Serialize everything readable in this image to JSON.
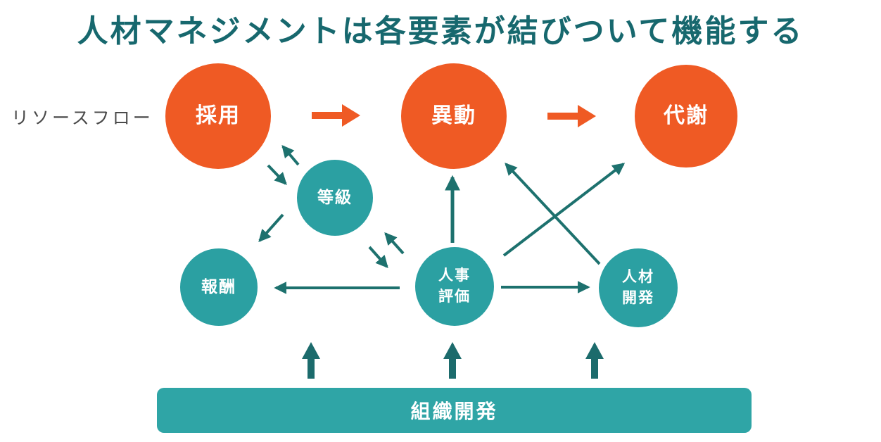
{
  "title": "人材マネジメントは各要素が結びついて機能する",
  "row_label": "リソースフロー",
  "nodes": {
    "saiyo": {
      "label": "採用"
    },
    "ido": {
      "label": "異動"
    },
    "taisha": {
      "label": "代謝"
    },
    "tokyu": {
      "label": "等級"
    },
    "hoshu": {
      "label": "報酬"
    },
    "jinji_hyoka": {
      "label": "人事\n評価"
    },
    "jinzai_kaihatsu": {
      "label": "人材\n開発"
    }
  },
  "bar": {
    "label": "組織開発"
  },
  "colors": {
    "resource_flow_node": "#EF5A24",
    "system_node": "#2BA0A2",
    "organization_bar": "#2FA5A6",
    "arrow_teal": "#1D716E",
    "arrow_dark": "#1C6B6C",
    "arrow_orange": "#EF5A24",
    "title_text": "#17686E",
    "row_label_text": "#4A4A4A",
    "node_text": "#FFFFFF"
  },
  "edges": [
    {
      "from": "採用",
      "to": "異動",
      "type": "flow",
      "color": "orange"
    },
    {
      "from": "異動",
      "to": "代謝",
      "type": "flow",
      "color": "orange"
    },
    {
      "from": "採用",
      "to": "等級",
      "type": "bidirectional",
      "color": "teal"
    },
    {
      "from": "等級",
      "to": "報酬",
      "type": "single",
      "color": "teal"
    },
    {
      "from": "等級",
      "to": "人事評価",
      "type": "bidirectional",
      "color": "teal"
    },
    {
      "from": "人事評価",
      "to": "報酬",
      "type": "single",
      "color": "teal"
    },
    {
      "from": "人事評価",
      "to": "異動",
      "type": "single",
      "color": "teal"
    },
    {
      "from": "人事評価",
      "to": "代謝",
      "type": "single",
      "color": "teal"
    },
    {
      "from": "人材開発",
      "to": "異動",
      "type": "single",
      "color": "teal"
    },
    {
      "from": "人事評価",
      "to": "人材開発",
      "type": "single",
      "color": "teal"
    },
    {
      "from": "組織開発",
      "to": "報酬",
      "type": "support",
      "color": "dark-teal"
    },
    {
      "from": "組織開発",
      "to": "人事評価",
      "type": "support",
      "color": "dark-teal"
    },
    {
      "from": "組織開発",
      "to": "人材開発",
      "type": "support",
      "color": "dark-teal"
    }
  ]
}
